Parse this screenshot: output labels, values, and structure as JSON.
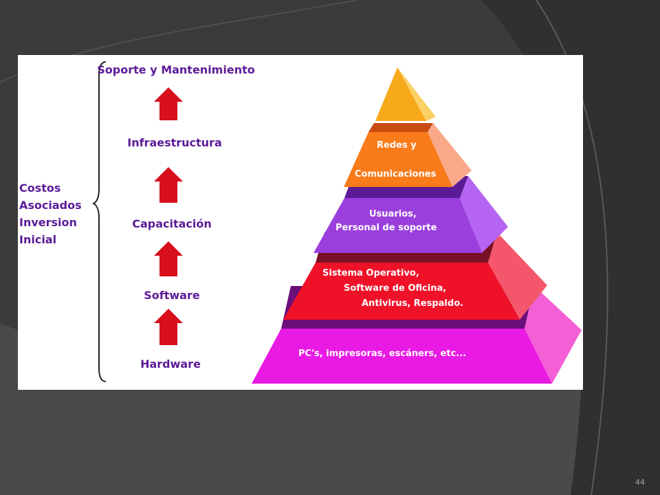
{
  "slide": {
    "page_number": "44"
  },
  "left_panel": {
    "brace_label": [
      "Costos",
      "Asociados",
      "Inversion",
      "Inicial"
    ],
    "levels": [
      "Soporte y Mantenimiento",
      "Infraestructura",
      "Capacitación",
      "Software",
      "Hardware"
    ]
  },
  "pyramid": {
    "tiers": [
      {
        "lines": [],
        "color": "#f7a81b"
      },
      {
        "lines": [
          "Redes y",
          "Comunicaciones"
        ],
        "color": "#f97b1a"
      },
      {
        "lines": [
          "Usuarios,",
          "Personal de soporte"
        ],
        "color": "#9a3fdc"
      },
      {
        "lines": [
          "Sistema Operativo,",
          "Software de Oficina,",
          "Antivirus, Respaldo."
        ],
        "color": "#ee1128"
      },
      {
        "lines": [
          "PC's, impresoras, escáners, etc..."
        ],
        "color": "#e81ae3"
      }
    ]
  },
  "colors": {
    "label_purple": "#5b1b97",
    "arrow_red": "#d8101c"
  }
}
